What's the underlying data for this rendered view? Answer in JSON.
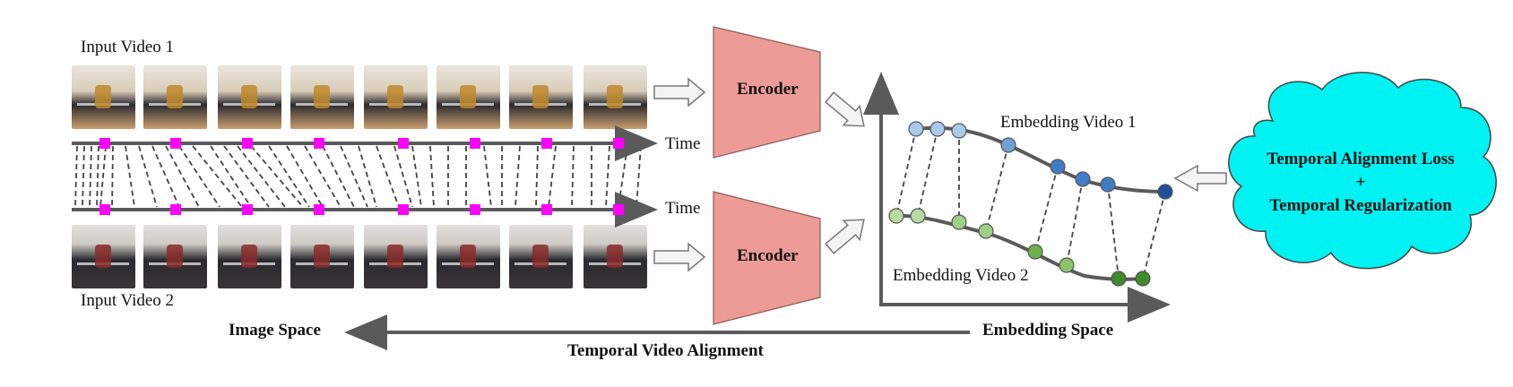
{
  "labels": {
    "input_video_1": "Input Video 1",
    "input_video_2": "Input Video 2",
    "time_1": "Time",
    "time_2": "Time",
    "encoder_1": "Encoder",
    "encoder_2": "Encoder",
    "embedding_video_1": "Embedding Video 1",
    "embedding_video_2": "Embedding Video 2",
    "image_space": "Image Space",
    "embedding_space": "Embedding Space",
    "temporal_video_alignment": "Temporal Video Alignment",
    "loss_line_1": "Temporal Alignment Loss",
    "loss_plus": "+",
    "loss_line_2": "Temporal Regularization"
  },
  "colors": {
    "timeline": "#5a5a5a",
    "marker": "#ff00ff",
    "encoder_fill": "#ec9b96",
    "cloud_fill": "#00f2f2",
    "dashed": "#444444"
  },
  "video1_frame_count": 8,
  "video2_frame_count": 8,
  "embedding_video1_shades": [
    "#a8c8ec",
    "#a8c8ec",
    "#a8c8ec",
    "#6ea2d8",
    "#3f7cc4",
    "#3f7cc4",
    "#3f7cc4",
    "#1f4f96"
  ],
  "embedding_video2_shades": [
    "#b6dca0",
    "#b6dca0",
    "#9fcf86",
    "#9fcf86",
    "#6cb04a",
    "#8cc46c",
    "#3f8a2a",
    "#3f8a2a"
  ]
}
